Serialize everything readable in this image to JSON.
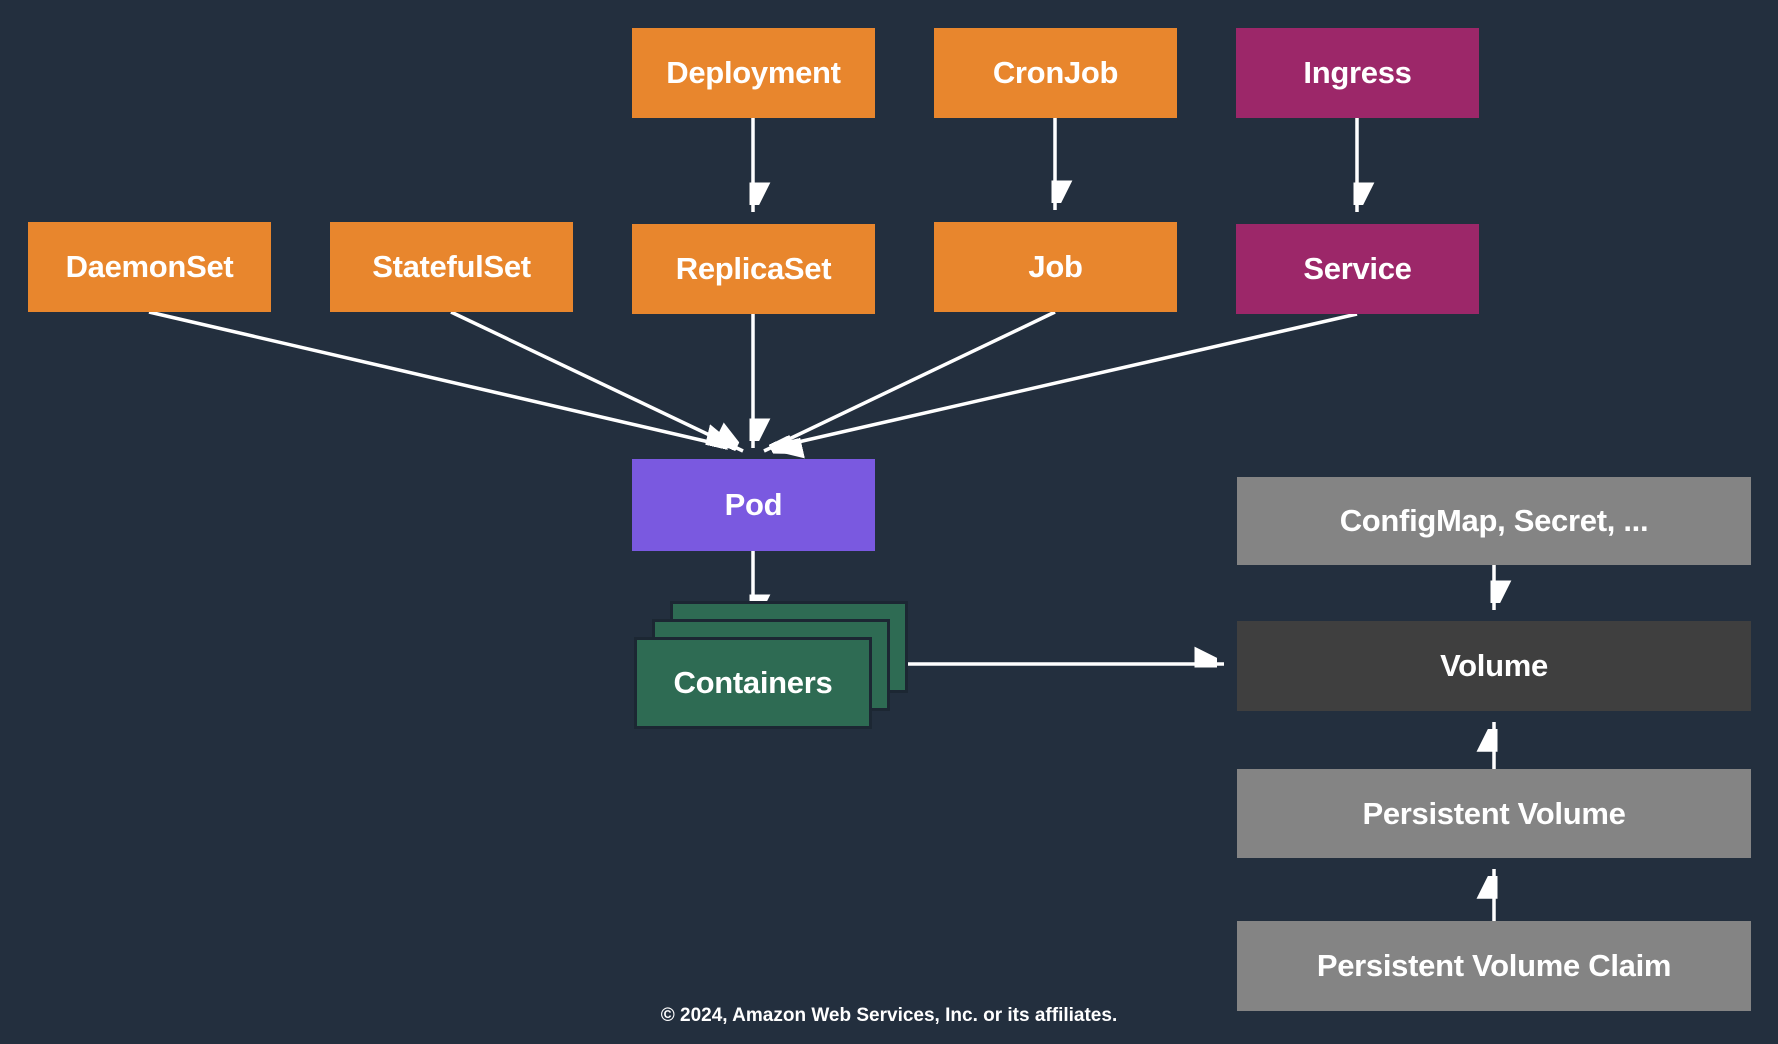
{
  "colors": {
    "background": "#232F3E",
    "workload_orange": "#E8862D",
    "network_magenta": "#9C2769",
    "pod_purple": "#7A59E0",
    "container_green": "#2E6B53",
    "config_gray_light": "#848484",
    "volume_gray_dark": "#3F3F3F",
    "arrow_white": "#FFFFFF",
    "text_white": "#FFFFFF"
  },
  "nodes": {
    "deployment": {
      "label": "Deployment"
    },
    "cronjob": {
      "label": "CronJob"
    },
    "ingress": {
      "label": "Ingress"
    },
    "daemonset": {
      "label": "DaemonSet"
    },
    "statefulset": {
      "label": "StatefulSet"
    },
    "replicaset": {
      "label": "ReplicaSet"
    },
    "job": {
      "label": "Job"
    },
    "service": {
      "label": "Service"
    },
    "pod": {
      "label": "Pod"
    },
    "containers": {
      "label": "Containers"
    },
    "configmap": {
      "label": "ConfigMap, Secret, ..."
    },
    "volume": {
      "label": "Volume"
    },
    "persistent_volume": {
      "label": "Persistent Volume"
    },
    "persistent_volume_claim": {
      "label": "Persistent Volume Claim"
    }
  },
  "edges": [
    {
      "from": "deployment",
      "to": "replicaset"
    },
    {
      "from": "cronjob",
      "to": "job"
    },
    {
      "from": "ingress",
      "to": "service"
    },
    {
      "from": "daemonset",
      "to": "pod"
    },
    {
      "from": "statefulset",
      "to": "pod"
    },
    {
      "from": "replicaset",
      "to": "pod"
    },
    {
      "from": "job",
      "to": "pod"
    },
    {
      "from": "service",
      "to": "pod"
    },
    {
      "from": "pod",
      "to": "containers"
    },
    {
      "from": "containers",
      "to": "volume"
    },
    {
      "from": "configmap",
      "to": "volume"
    },
    {
      "from": "persistent_volume",
      "to": "volume"
    },
    {
      "from": "persistent_volume_claim",
      "to": "persistent_volume"
    }
  ],
  "footer": {
    "copyright": "© 2024, Amazon Web Services, Inc. or its affiliates."
  }
}
